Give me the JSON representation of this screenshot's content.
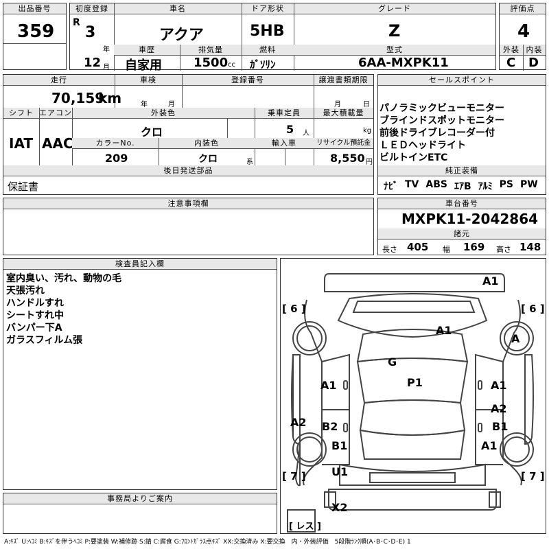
{
  "header": {
    "lot_label": "出品番号",
    "lot_value": "359",
    "first_reg_label": "初度登録",
    "era": "R",
    "reg_year": "3",
    "year_unit": "年",
    "reg_month": "12",
    "month_unit": "月",
    "car_name_label": "車名",
    "car_name": "アクア",
    "door_label": "ドア形状",
    "door": "5HB",
    "grade_label": "グレード",
    "grade": "Z",
    "score_label": "評価点",
    "score": "4",
    "history_label": "車歴",
    "history": "自家用",
    "displacement_label": "排気量",
    "displacement": "1500",
    "displacement_unit": "cc",
    "fuel_label": "燃料",
    "fuel": "ｶﾞｿﾘﾝ",
    "model_label": "型式",
    "model": "6AA-MXPK11",
    "ext_label": "外装",
    "ext_grade": "C",
    "int_label": "内装",
    "int_grade": "D"
  },
  "row2": {
    "mileage_label": "走行",
    "mileage": "70,159",
    "mileage_unit": "km",
    "inspection_label": "車検",
    "insp_year_unit": "年",
    "insp_month_unit": "月",
    "regno_label": "登録番号",
    "transfer_label": "譲渡書類期限",
    "transfer_month_unit": "月",
    "transfer_day_unit": "日",
    "shift_label": "シフト",
    "shift": "IAT",
    "ac_label": "エアコン",
    "ac": "AAC",
    "color_label": "外装色",
    "color": "クロ",
    "capacity_label": "乗車定員",
    "capacity": "5",
    "capacity_unit": "人",
    "load_label": "最大積載量",
    "load_unit": "kg",
    "colorno_label": "カラーNo.",
    "colorno": "209",
    "interior_label": "内装色",
    "interior": "クロ",
    "interior_unit": "系",
    "import_label": "輸入車",
    "recycle_label": "リサイクル預託金",
    "recycle": "8,550",
    "recycle_unit": "円",
    "parts_label": "後日発送部品",
    "parts": "保証書"
  },
  "sales": {
    "label": "セールスポイント",
    "points": [
      "パノラミックビューモニター",
      "ブラインドスポットモニター",
      "前後ドライブレコーダー付",
      "ＬＥＤヘッドライト",
      "ビルトインETC"
    ],
    "equip_label": "純正装備",
    "equip": [
      "ﾅﾋﾞ",
      "TV",
      "ABS",
      "ｴｱB",
      "ｱﾙﾐ",
      "PS",
      "PW"
    ]
  },
  "caution": {
    "label": "注意事項欄"
  },
  "chassis": {
    "label": "車台番号",
    "number": "MXPK11-2042864",
    "dims_label": "諸元",
    "length_label": "長さ",
    "length": "405",
    "width_label": "幅",
    "width": "169",
    "height_label": "高さ",
    "height": "148"
  },
  "inspector": {
    "label": "検査員記入欄",
    "notes": [
      "室内臭い、汚れ、動物の毛",
      "天張汚れ",
      "ハンドルすれ",
      "シートすれ中",
      "バンパー下A",
      "ガラスフィルム張"
    ]
  },
  "office": {
    "label": "事務局よりご案内"
  },
  "diagram": {
    "marks": {
      "front_bumper": "A1",
      "hood": "A1",
      "front_right_wheel": "A",
      "roof": "G",
      "roof_center": "P1",
      "left_front_door": "A1",
      "right_front_door": "A1",
      "left_rear_fender": "A2",
      "right_rear_door": "A2",
      "left_rear_door": "B2",
      "right_rear_door2": "B1",
      "left_rear_quarter": "B1",
      "right_rear_quarter": "A1",
      "tailgate": "U1",
      "rear_bumper": "X2"
    },
    "wheel_labels": [
      "6",
      "6",
      "7",
      "7"
    ],
    "spare_label": "レス"
  },
  "legend": "A:ｷｽﾞ U:ﾍｺﾐ B:ｷｽﾞを伴うﾍｺﾐ P:要塗装 W:補修跡 S:錆 C:腐食 G:ﾌﾛﾝﾄｶﾞﾗｽ点ｷｽﾞ XX:交換済み X:要交換　内・外装評価　5段階ﾗﾝｸ順(A･B･C･D･E) 1"
}
